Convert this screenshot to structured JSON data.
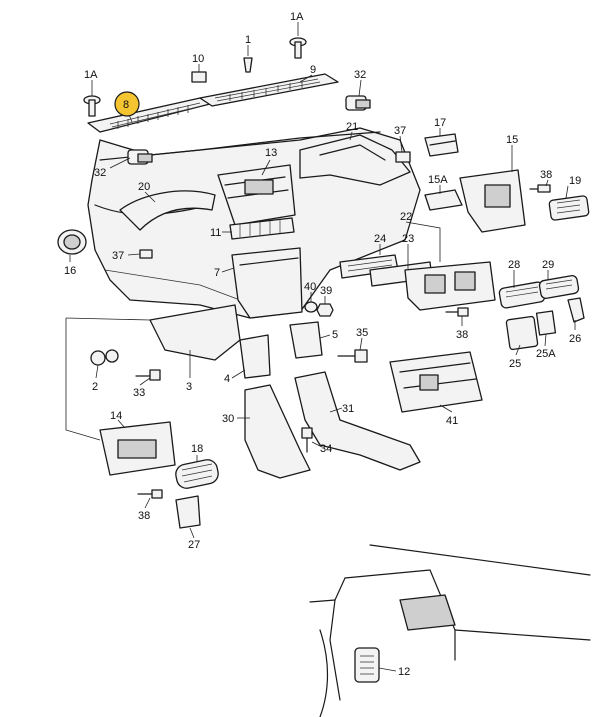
{
  "labels": {
    "l1A_top": "1A",
    "l1A_left": "1A",
    "l1": "1",
    "l8": "8",
    "l9": "9",
    "l10": "10",
    "l32_top": "32",
    "l32_left": "32",
    "l13": "13",
    "l21": "21",
    "l37_top": "37",
    "l17": "17",
    "l15": "15",
    "l38_right": "38",
    "l19": "19",
    "l15A": "15A",
    "l20": "20",
    "l11": "11",
    "l22": "22",
    "l24": "24",
    "l23": "23",
    "l16": "16",
    "l37_left": "37",
    "l7": "7",
    "l28": "28",
    "l29": "29",
    "l40": "40",
    "l39": "39",
    "l38_mid": "38",
    "l26": "26",
    "l5": "5",
    "l35": "35",
    "l25": "25",
    "l25A": "25A",
    "l2": "2",
    "l33": "33",
    "l3": "3",
    "l4": "4",
    "l41": "41",
    "l14": "14",
    "l30": "30",
    "l31": "31",
    "l34": "34",
    "l18": "18",
    "l38_bottom": "38",
    "l27": "27",
    "l12": "12"
  },
  "colors": {
    "highlight": "#f5c531",
    "line": "#1a1a1a",
    "background": "#ffffff"
  }
}
